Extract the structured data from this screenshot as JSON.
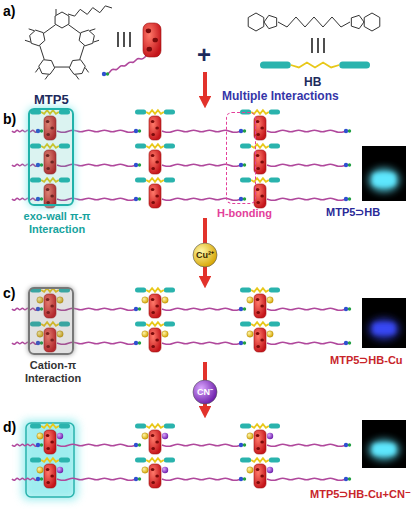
{
  "diagram": {
    "nodes": [
      {
        "text": [
          "exo-wall π-π Interaction"
        ]
      },
      {
        "text": [
          "H-bonding"
        ]
      },
      {
        "text": [
          "Cation-π Interaction"
        ]
      },
      {
        "text": [
          "Cu²⁺"
        ]
      },
      {
        "text": [
          "CN⁻"
        ]
      }
    ],
    "labels": [
      "a)",
      "MTP5",
      "+",
      "HB",
      "Multiple Interactions",
      "b)",
      "MTP5⊃HB",
      "c)",
      "MTP5⊃HB-Cu",
      "d)",
      "MTP5⊃HB-Cu+CN⁻"
    ]
  }
}
